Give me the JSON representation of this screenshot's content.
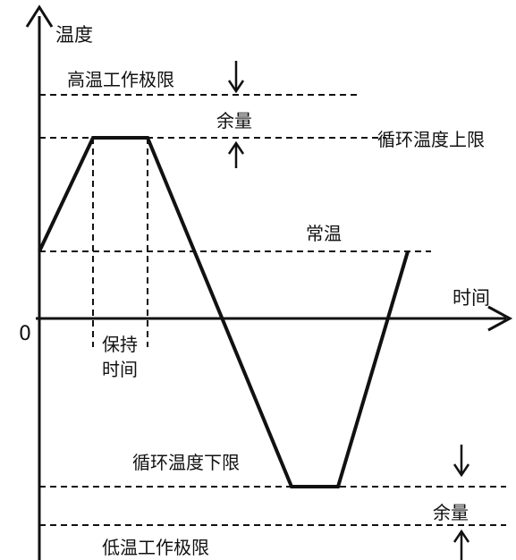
{
  "diagram": {
    "axis_y_label": "温度",
    "axis_x_label": "时间",
    "origin_label": "0",
    "high_limit_label": "高温工作极限",
    "margin_top_label": "余量",
    "cycle_upper_label": "循环温度上限",
    "room_temp_label": "常温",
    "hold_time_line1": "保持",
    "hold_time_line2": "时间",
    "cycle_lower_label": "循环温度下限",
    "margin_bottom_label": "余量",
    "low_limit_label": "低温工作极限",
    "colors": {
      "ink": "#111111",
      "background": "#ffffff"
    }
  }
}
